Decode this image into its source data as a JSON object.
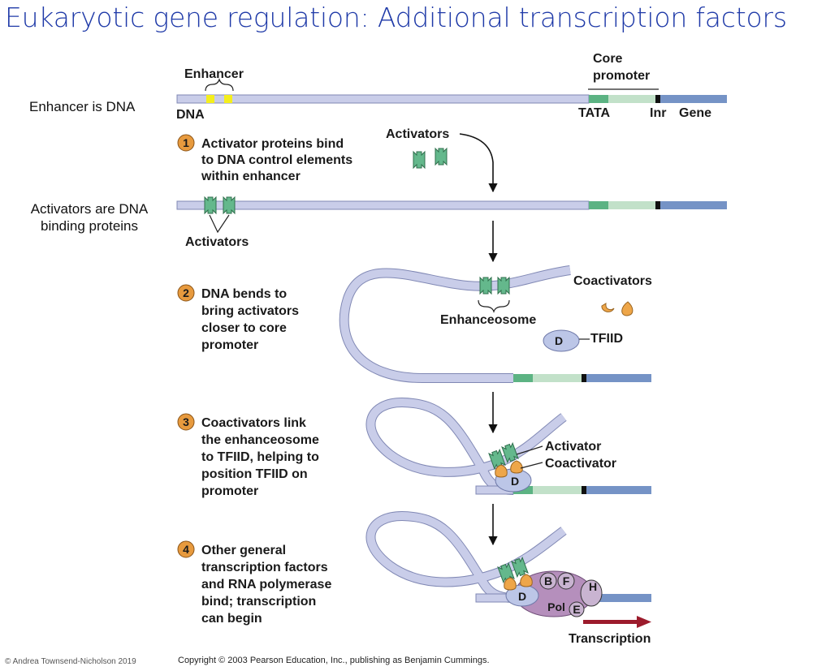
{
  "slide": {
    "title": "Eukaryotic gene regulation: Additional transcription factors",
    "note_enhancer": "Enhancer is DNA",
    "note_activators_line1": "Activators are DNA",
    "note_activators_line2": "binding proteins",
    "author_credit": "© Andrea Townsend-Nicholson 2019"
  },
  "figure": {
    "labels": {
      "enhancer": "Enhancer",
      "core_promoter_line1": "Core",
      "core_promoter_line2": "promoter",
      "dna": "DNA",
      "tata": "TATA",
      "inr": "Inr",
      "gene": "Gene",
      "activators_top": "Activators",
      "activators_bound": "Activators",
      "enhanceosome": "Enhanceosome",
      "coactivators": "Coactivators",
      "tfiid": "TFIID",
      "activator": "Activator",
      "coactivator": "Coactivator",
      "transcription": "Transcription"
    },
    "proteins": {
      "d": "D",
      "b": "B",
      "f": "F",
      "h": "H",
      "e": "E",
      "pol": "Pol"
    },
    "steps": [
      {
        "number": "1",
        "lines": [
          "Activator proteins bind",
          "to DNA control elements",
          "within enhancer"
        ]
      },
      {
        "number": "2",
        "lines": [
          "DNA bends to",
          "bring activators",
          "closer to core",
          "promoter"
        ]
      },
      {
        "number": "3",
        "lines": [
          "Coactivators link",
          "the enhanceosome",
          "to TFIID, helping to",
          "position TFIID on",
          "promoter"
        ]
      },
      {
        "number": "4",
        "lines": [
          "Other general",
          "transcription factors",
          "and RNA polymerase",
          "bind; transcription",
          "can begin"
        ]
      }
    ],
    "copyright": "Copyright © 2003 Pearson Education, Inc., publishing as Benjamin Cummings."
  },
  "colors": {
    "title": "#1f3aa8",
    "dna": "#c9cde9",
    "dna_outline": "#8088b4",
    "enhancer_site": "#f4ee1c",
    "tata": "#5cb383",
    "promoter": "#c2e1c9",
    "inr": "#111111",
    "gene": "#7593c6",
    "activator": "#64b88c",
    "coactivator": "#eea649",
    "tfiid": "#bcc6e7",
    "polymerase": "#b58fbc",
    "step_badge": "#e79a3e",
    "transcription_arrow": "#9c1b2c"
  }
}
